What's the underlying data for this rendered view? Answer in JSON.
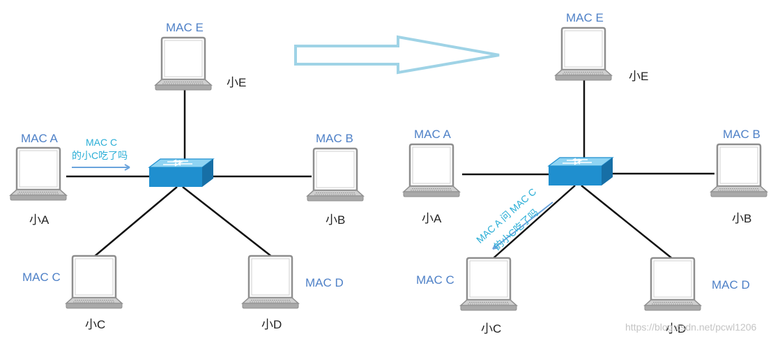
{
  "diagram": {
    "left": {
      "labels": {
        "mac_e": "MAC E",
        "mac_a": "MAC A",
        "mac_b": "MAC B",
        "mac_c": "MAC C",
        "mac_d": "MAC D",
        "name_e": "小E",
        "name_a": "小A",
        "name_b": "小B",
        "name_c": "小C",
        "name_d": "小D"
      },
      "message": {
        "line1": "MAC C",
        "line2": "的小C吃了吗"
      }
    },
    "right": {
      "labels": {
        "mac_e": "MAC E",
        "mac_a": "MAC A",
        "mac_b": "MAC B",
        "mac_c": "MAC C",
        "mac_d": "MAC D",
        "name_e": "小E",
        "name_a": "小A",
        "name_b": "小B",
        "name_c": "小C",
        "name_d": "小D"
      },
      "message": {
        "line1": "MAC A 问 MAC C",
        "line2": "的小C吃了吗"
      }
    },
    "watermark": "https://blog.csdn.net/pcwl1206",
    "colors": {
      "mac_label": "#4f81c7",
      "message": "#2aaed6",
      "switch": "#1f8fcf",
      "transition_arrow": "#9fd3e6"
    }
  }
}
